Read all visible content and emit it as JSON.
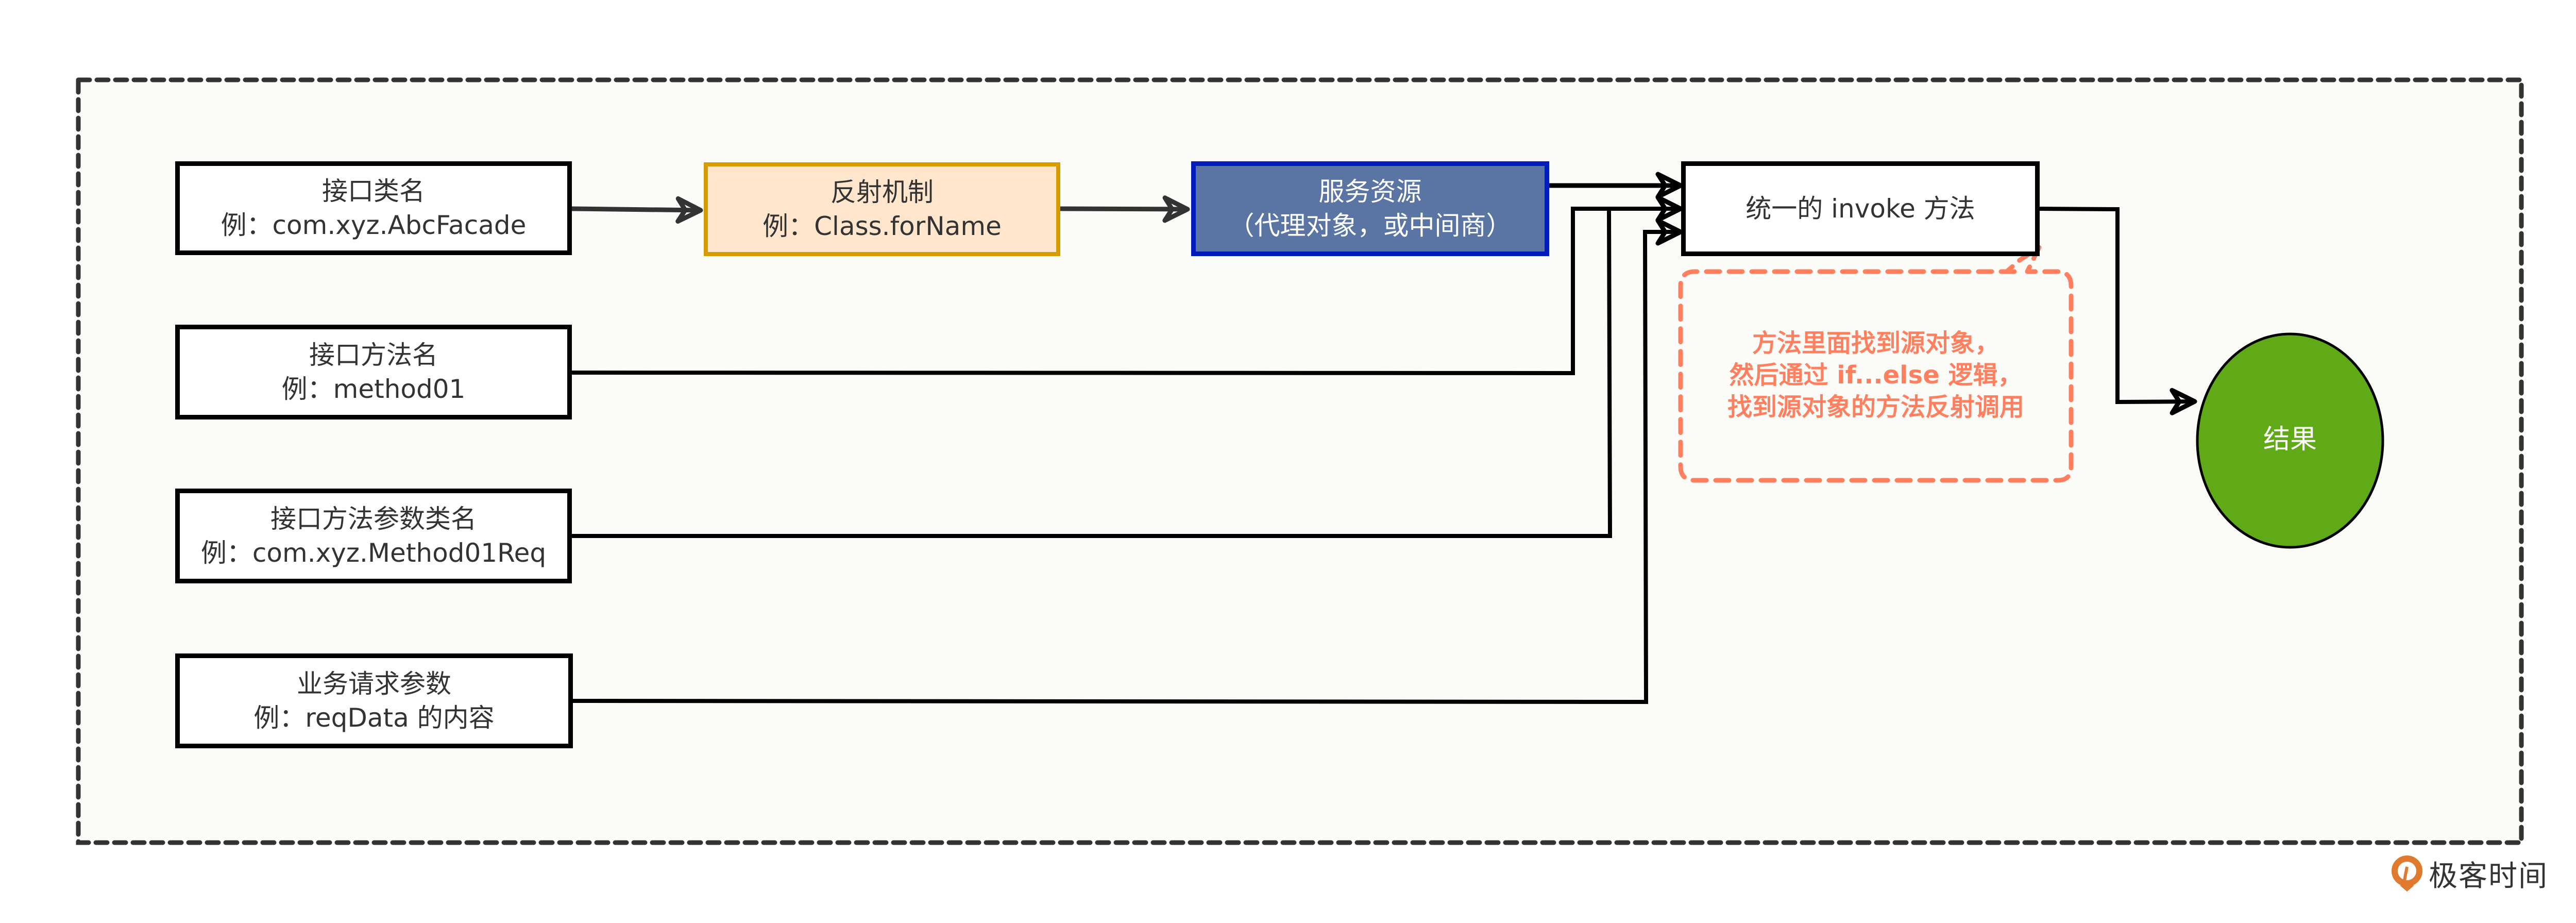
{
  "diagram": {
    "nodes": {
      "interface_class": {
        "title": "接口类名",
        "example": "例：com.xyz.AbcFacade"
      },
      "reflection": {
        "title": "反射机制",
        "example": "例：Class.forName"
      },
      "service_resource": {
        "title": "服务资源",
        "subtitle": "（代理对象，或中间商）"
      },
      "invoke": {
        "title": "统一的 invoke 方法"
      },
      "method_name": {
        "title": "接口方法名",
        "example": "例：method01"
      },
      "param_class": {
        "title": "接口方法参数类名",
        "example": "例：com.xyz.Method01Req"
      },
      "request_param": {
        "title": "业务请求参数",
        "example": "例：reqData 的内容"
      },
      "result": {
        "title": "结果"
      }
    },
    "callout": {
      "lines": [
        "方法里面找到源对象，",
        "然后通过 if...else 逻辑，",
        "找到源对象的方法反射调用"
      ]
    },
    "edges": [
      {
        "from": "interface_class",
        "to": "reflection"
      },
      {
        "from": "reflection",
        "to": "service_resource"
      },
      {
        "from": "service_resource",
        "to": "invoke"
      },
      {
        "from": "method_name",
        "to": "invoke"
      },
      {
        "from": "param_class",
        "to": "invoke"
      },
      {
        "from": "request_param",
        "to": "invoke"
      },
      {
        "from": "invoke",
        "to": "result"
      }
    ],
    "colors": {
      "orange_fill": "#ffe6cc",
      "orange_stroke": "#d79b00",
      "blue_fill": "#5a75a4",
      "blue_stroke": "#001dbc",
      "callout": "#ff7f5e",
      "result_fill": "#60a917"
    }
  },
  "brand": {
    "logo_text": "极客时间"
  }
}
